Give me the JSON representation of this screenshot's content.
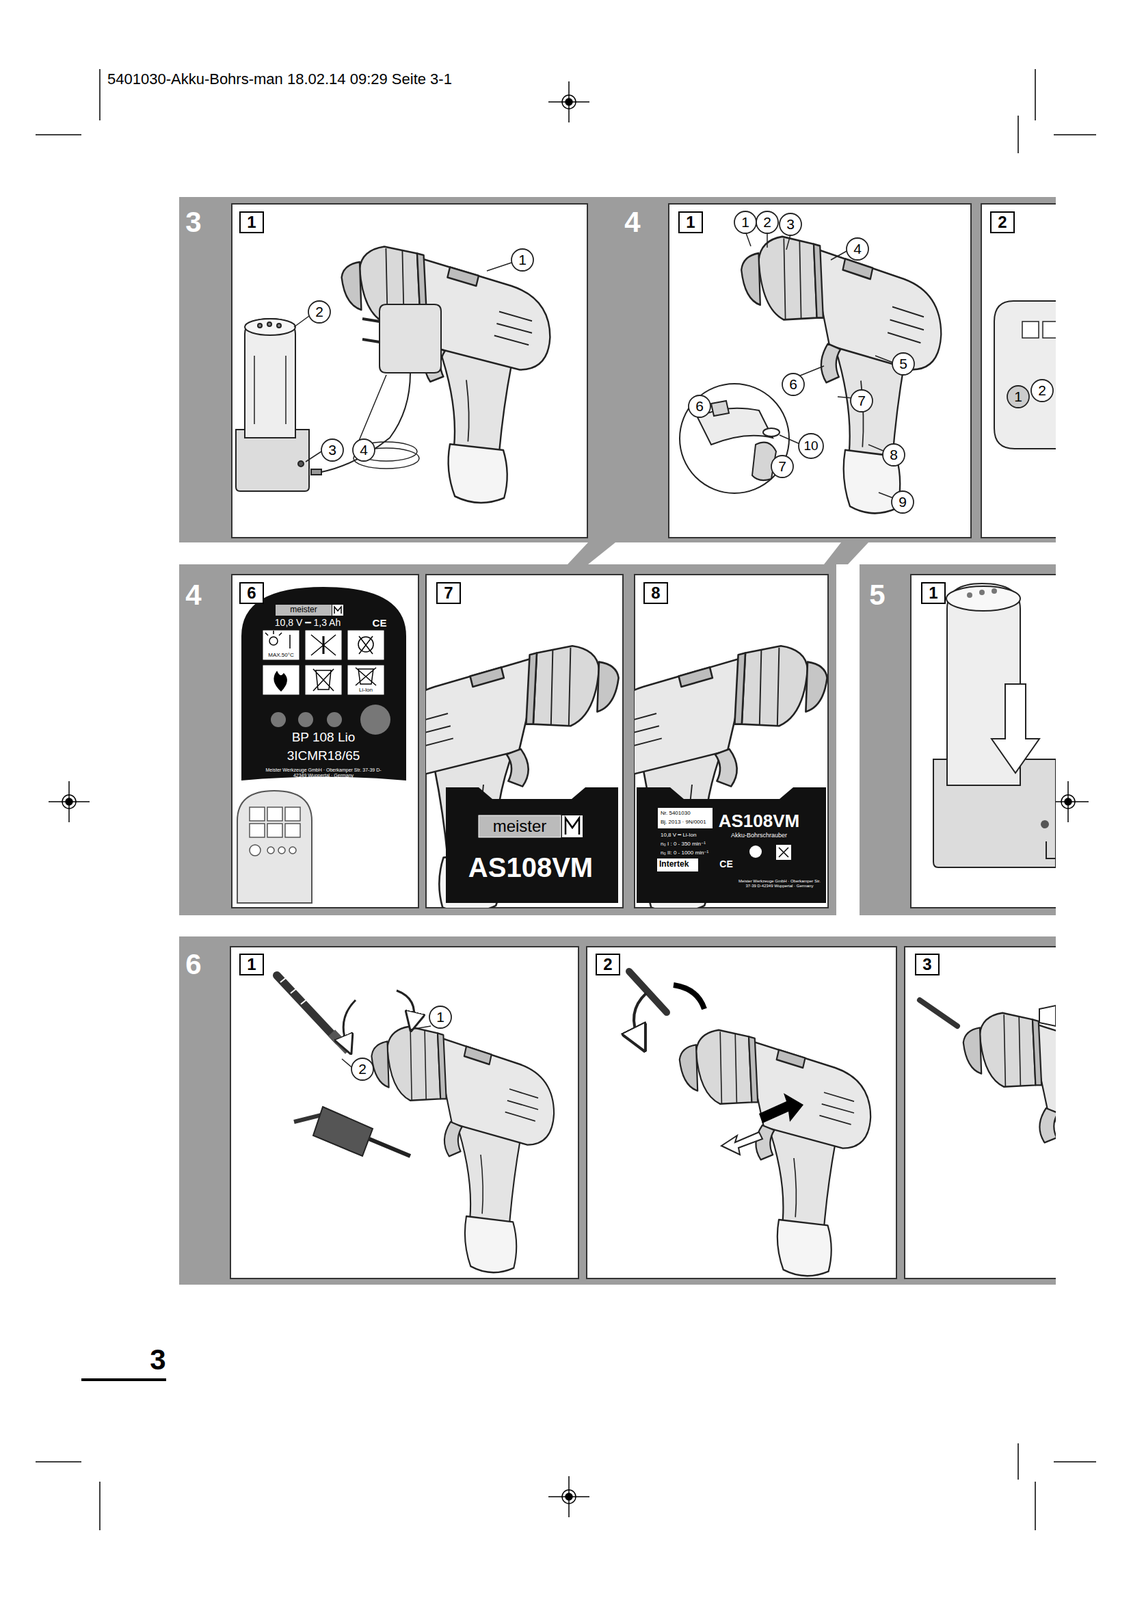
{
  "diagram": {
    "nodes": [
      {
        "text": [
          "1"
        ]
      },
      {
        "text": [
          "1"
        ]
      },
      {
        "text": [
          "2"
        ]
      },
      {
        "text": [
          "6"
        ]
      },
      {
        "text": [
          "7"
        ]
      },
      {
        "text": [
          "8"
        ]
      },
      {
        "text": [
          "1"
        ]
      },
      {
        "text": [
          "1"
        ]
      },
      {
        "text": [
          "2"
        ]
      },
      {
        "text": [
          "3"
        ]
      }
    ],
    "labels": [
      "5401030-Akku-Bohrs-man  18.02.14  09:29  Seite 3-1",
      "3",
      "1",
      "2",
      "3",
      "4",
      "4",
      "1",
      "2",
      "3",
      "4",
      "5",
      "6",
      "7",
      "6",
      "10",
      "7",
      "8",
      "9",
      "1",
      "2",
      "4",
      "meister",
      "10,8 V ━ 1,3 Ah",
      "CE",
      "MAX.50°C",
      "Li-Ion",
      "BP 108 Lio",
      "3ICMR18/65",
      "Meister Werkzeuge GmbH · Oberkamper Str. 37-39 D-42349 Wuppertal · Germany",
      "meister",
      "AS108VM",
      "Nr. 5401030",
      "Bj. 2013 · 9N/0001",
      "10,8 V ━ Li-Ion",
      "n₀ I : 0 - 350 min⁻¹",
      "n₀ II: 0 - 1000 min⁻¹",
      "AS108VM",
      "Akku-Bohrschrauber",
      "Intertek",
      "CE",
      "Meister Werkzeuge GmbH · Oberkamper Str. 37-39 D-42349 Wuppertal · Germany",
      "5",
      "6",
      "1",
      "2",
      "3"
    ]
  }
}
